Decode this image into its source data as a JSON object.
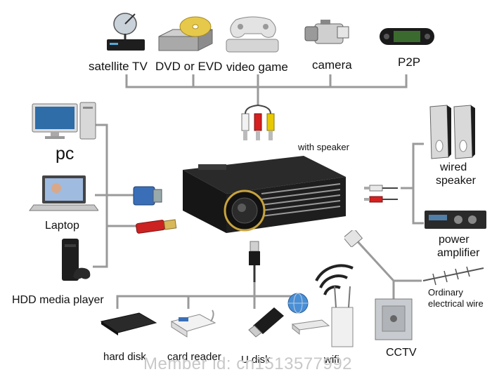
{
  "top_devices": {
    "satellite_tv": "satellite TV",
    "dvd": "DVD or EVD",
    "video_game": "video game",
    "camera": "camera",
    "p2p": "P2P"
  },
  "projector": {
    "speaker_note": "with speaker"
  },
  "left_devices": {
    "pc": "pc",
    "laptop": "Laptop",
    "hdd_player": "HDD media player"
  },
  "right_devices": {
    "wired_speaker_line1": "wired",
    "wired_speaker_line2": "speaker",
    "amp_line1": "power",
    "amp_line2": "amplifier",
    "wire_line1": "Ordinary",
    "wire_line2": "electrical wire"
  },
  "bottom_devices": {
    "hard_disk": "hard disk",
    "card_reader": "card reader",
    "u_disk": "U disk",
    "wifi": "wifi",
    "cctv": "CCTV"
  },
  "watermark": "Member id: cn1513577992",
  "colors": {
    "line": "#9a9a9a",
    "projector_body": "#1b1b1b",
    "rca_red": "#d62020",
    "rca_yellow": "#e8c800",
    "rca_white": "#f2f2f2",
    "vga_blue": "#3a6fb8",
    "hdmi_red": "#cc2222"
  }
}
